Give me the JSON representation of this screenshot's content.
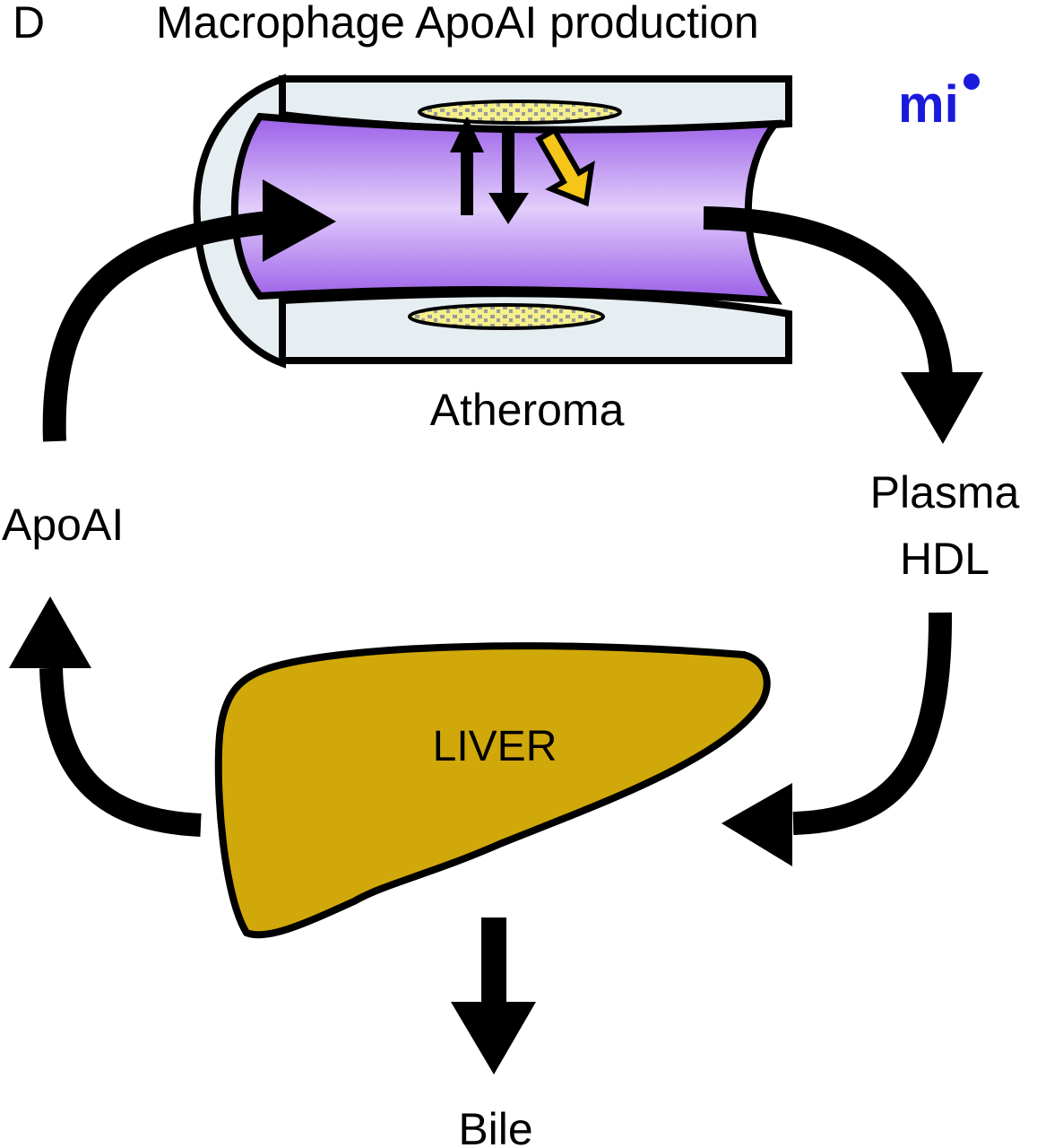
{
  "panel_letter": "D",
  "title": "Macrophage ApoAI production",
  "logo": {
    "text": "mi",
    "color": "#1a1adc",
    "icon": "journal-logo-icon"
  },
  "labels": {
    "atheroma": "Atheroma",
    "plasma_line1": "Plasma",
    "plasma_line2": "HDL",
    "apoai": "ApoAI",
    "liver": "LIVER",
    "bile": "Bile"
  },
  "colors": {
    "lumen_dark": "#9b5fe8",
    "lumen_light": "#e2cdfb",
    "vessel_wall": "#e6eef2",
    "plaque": "#f5f08a",
    "plaque_speckle": "#9a9a9a",
    "efflux_arrow": "#f5c518",
    "liver": "#d1a80a",
    "outline": "#000000"
  },
  "flow": [
    {
      "from": "ApoAI",
      "to": "Atheroma"
    },
    {
      "from": "Atheroma",
      "to": "Plasma HDL"
    },
    {
      "from": "Plasma HDL",
      "to": "LIVER"
    },
    {
      "from": "LIVER",
      "to": "ApoAI"
    },
    {
      "from": "LIVER",
      "to": "Bile"
    }
  ]
}
